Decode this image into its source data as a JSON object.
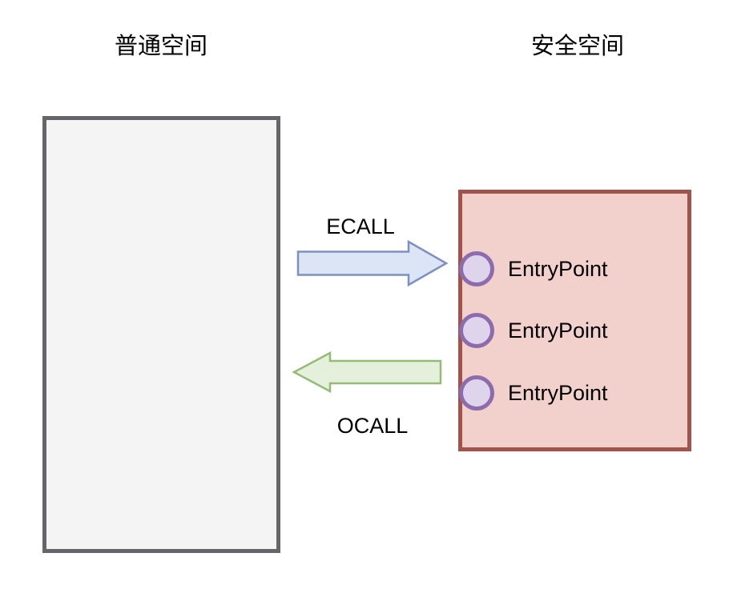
{
  "regions": {
    "normal": {
      "title": "普通空间"
    },
    "secure": {
      "title": "安全空间",
      "entry_points": [
        "EntryPoint",
        "EntryPoint",
        "EntryPoint"
      ]
    }
  },
  "calls": {
    "ecall": "ECALL",
    "ocall": "OCALL"
  },
  "colors": {
    "normal_box_border": "#66666a",
    "normal_box_fill": "#f4f4f5",
    "secure_box_border": "#a0544c",
    "secure_box_fill": "#f2d0cb",
    "entry_circle_border": "#8d6cad",
    "entry_circle_fill": "#ded5ec",
    "ecall_arrow_fill": "#dbe5f6",
    "ecall_arrow_stroke": "#7c90c1",
    "ocall_arrow_fill": "#e4efdc",
    "ocall_arrow_stroke": "#94bc77"
  }
}
